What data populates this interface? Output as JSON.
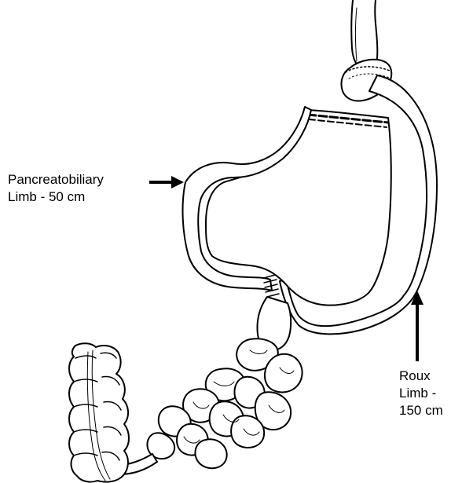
{
  "labels": {
    "pancreatobiliary": {
      "line1": "Pancreatobiliary",
      "line2": "Limb - 50 cm"
    },
    "roux": {
      "line1": "Roux",
      "line2": "Limb -",
      "line3": "150 cm"
    }
  },
  "colors": {
    "ink": "#000000",
    "background": "#ffffff",
    "fill": "#ffffff"
  }
}
